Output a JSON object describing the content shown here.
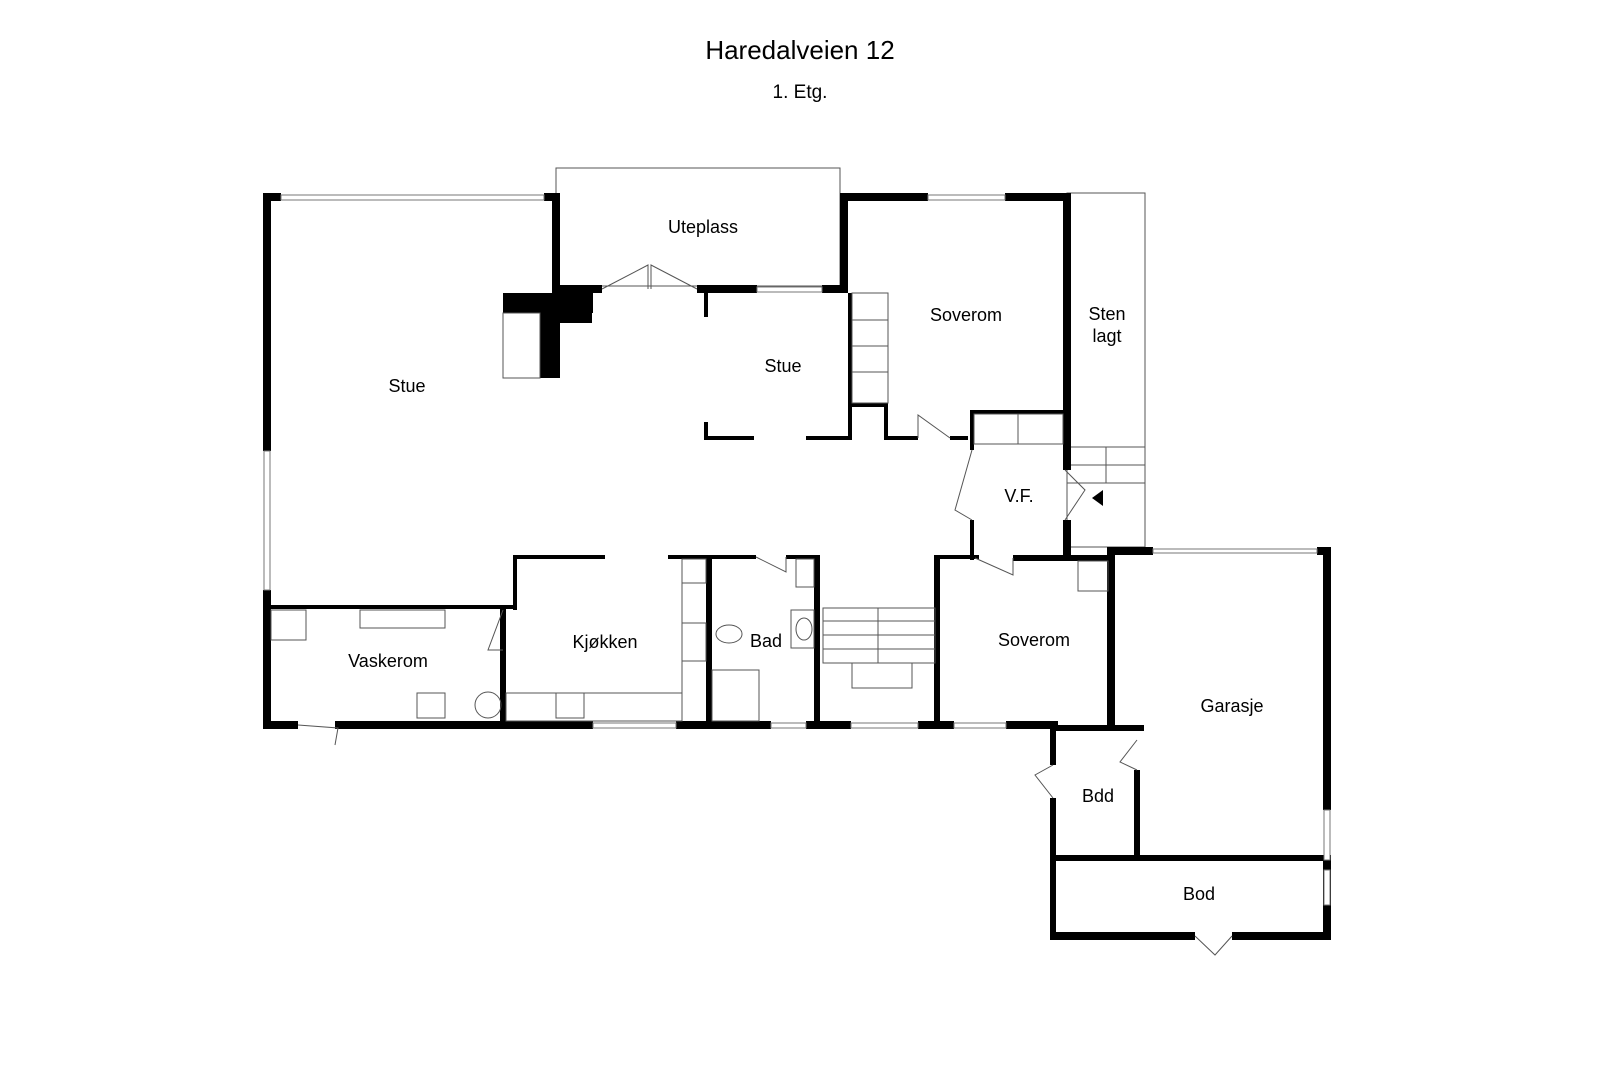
{
  "title": "Haredalveien 12",
  "subtitle": "1. Etg.",
  "rooms": {
    "stue_main": "Stue",
    "uteplass": "Uteplass",
    "stue_inner": "Stue",
    "soverom_top": "Soverom",
    "sten_lagt_line1": "Sten",
    "sten_lagt_line2": "lagt",
    "vf": "V.F.",
    "vaskerom": "Vaskerom",
    "kjokken": "Kjøkken",
    "bad": "Bad",
    "soverom_bottom": "Soverom",
    "garasje": "Garasje",
    "bdd": "Bdd",
    "bod": "Bod"
  }
}
